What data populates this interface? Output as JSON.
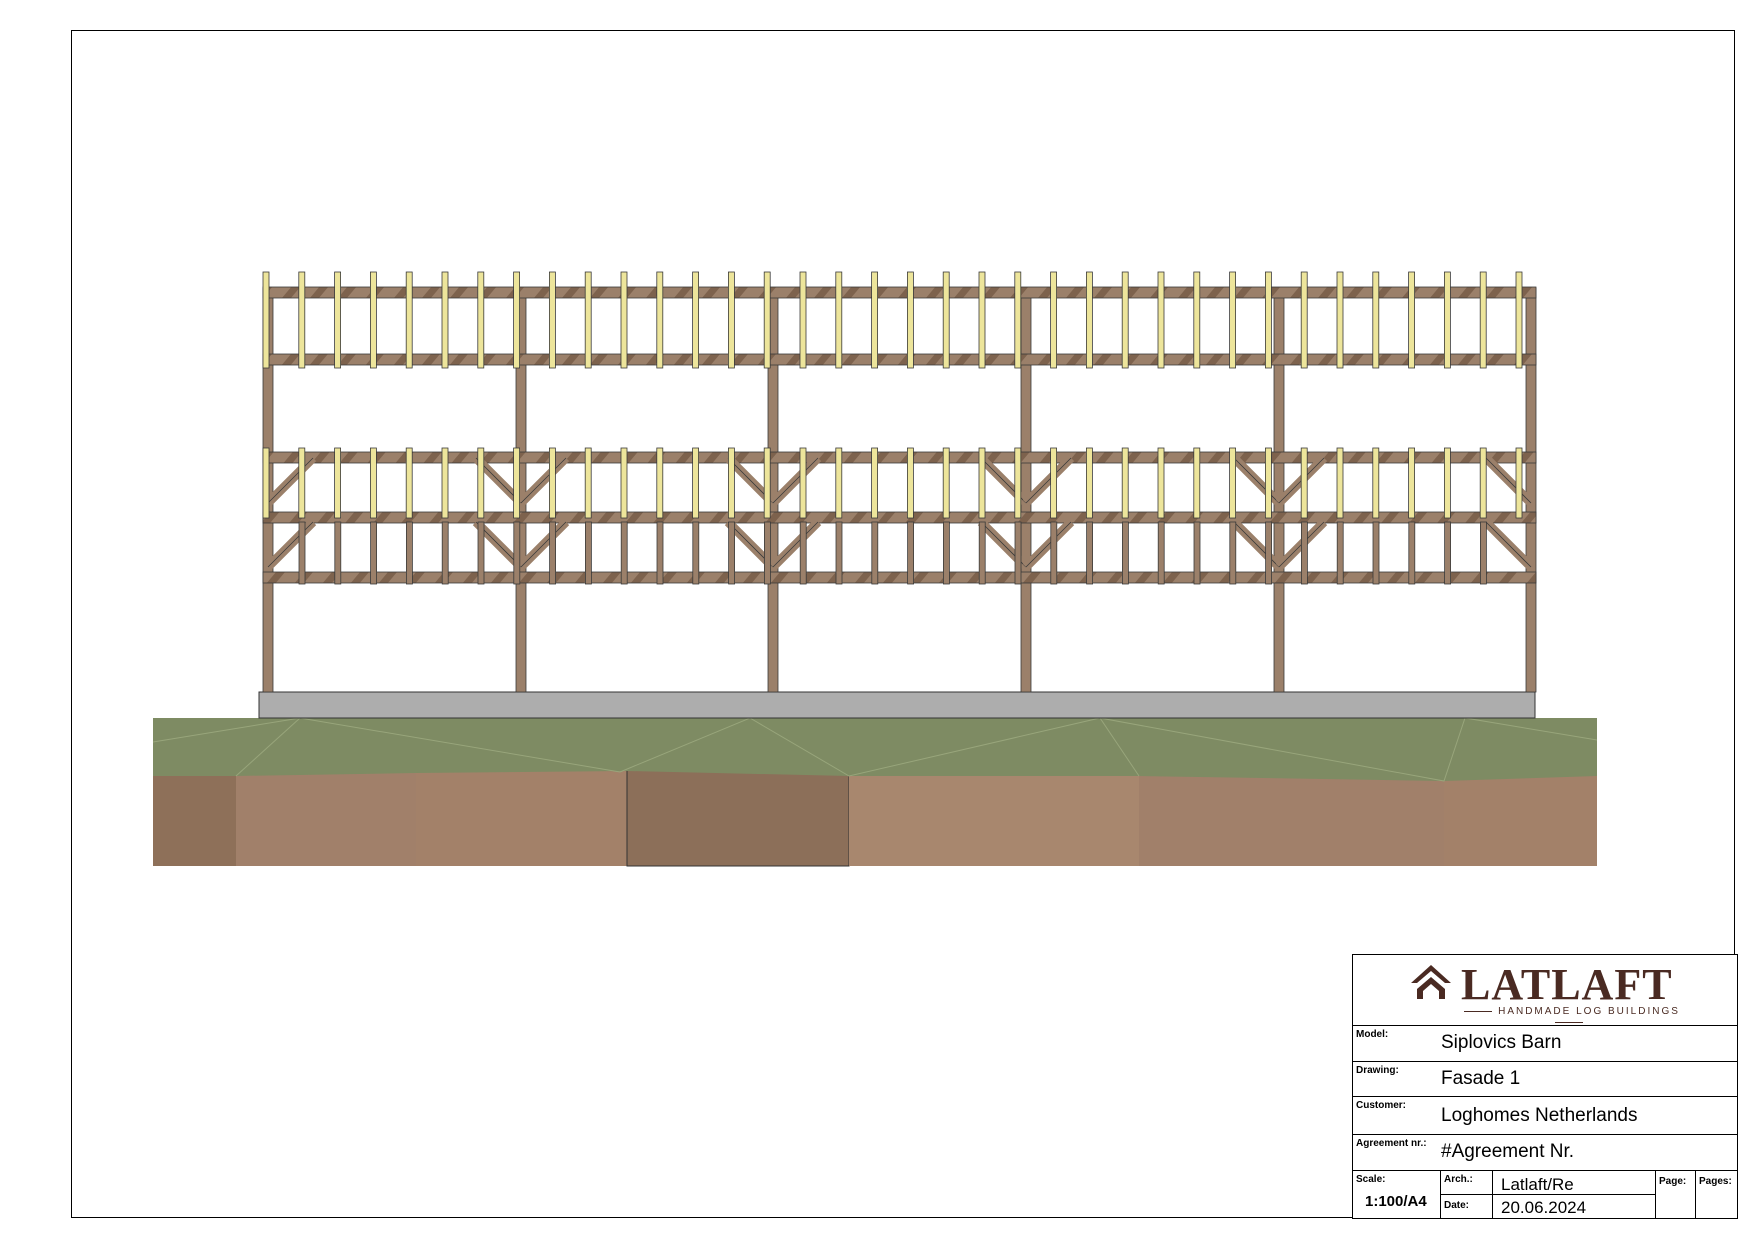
{
  "title_block": {
    "logo": {
      "brand": "LATLAFT",
      "tagline": "HANDMADE LOG BUILDINGS"
    },
    "model_label": "Model:",
    "model_value": "Siplovics Barn",
    "drawing_label": "Drawing:",
    "drawing_value": "Fasade 1",
    "customer_label": "Customer:",
    "customer_value": "Loghomes Netherlands",
    "agreement_label": "Agreement nr.:",
    "agreement_value": "#Agreement Nr.",
    "scale_label": "Scale:",
    "scale_value": "1:100/A4",
    "arch_label": "Arch.:",
    "arch_value": "Latlaft/Re",
    "date_label": "Date:",
    "date_value": "20.06.2024",
    "page_label": "Page:",
    "pages_label": "Pages:"
  },
  "colors": {
    "timber": "#9b806a",
    "timber_dark": "#7a5f4a",
    "cladding": "#ede59b",
    "foundation": "#adadad",
    "grass": "#7e8b63",
    "soil": "#9f7c65",
    "logo": "#4a2a22"
  }
}
